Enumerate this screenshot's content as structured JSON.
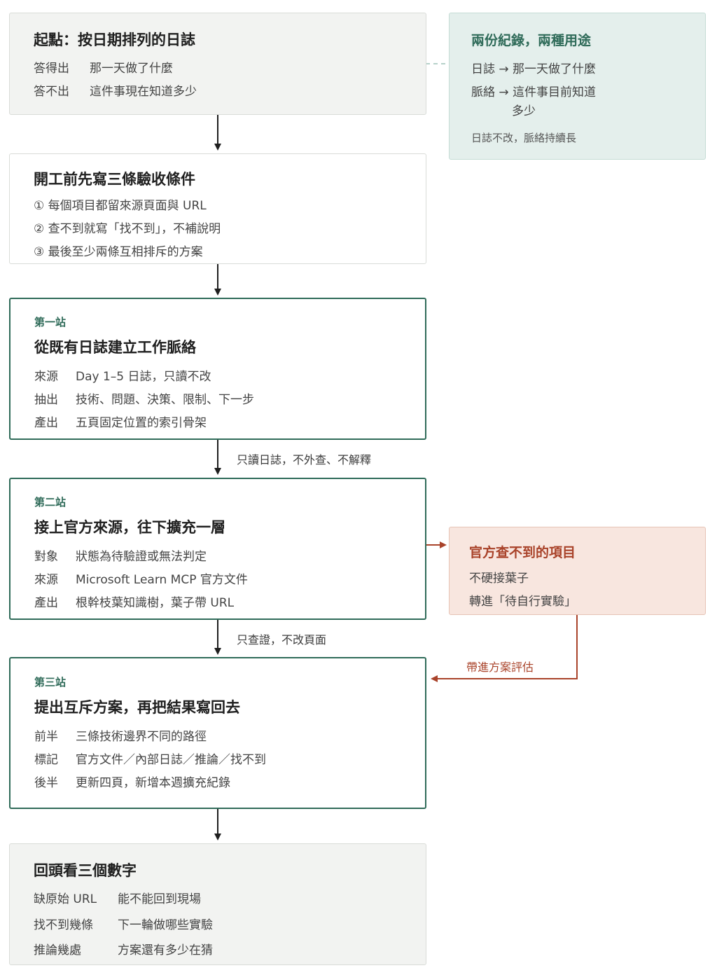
{
  "start": {
    "title": "起點：按日期排列的日誌",
    "rows": [
      {
        "k": "答得出",
        "v": "那一天做了什麼"
      },
      {
        "k": "答不出",
        "v": "這件事現在知道多少"
      }
    ]
  },
  "records": {
    "title": "兩份紀錄，兩種用途",
    "line1": "日誌 → 那一天做了什麼",
    "line2a": "脈絡 → 這件事目前知道",
    "line2b": "多少",
    "note": "日誌不改，脈絡持續長"
  },
  "criteria": {
    "title": "開工前先寫三條驗收條件",
    "items": [
      "① 每個項目都留來源頁面與 URL",
      "② 查不到就寫「找不到」，不補說明",
      "③ 最後至少兩條互相排斥的方案"
    ]
  },
  "stage1": {
    "tag": "第一站",
    "title": "從既有日誌建立工作脈絡",
    "rows": [
      {
        "k": "來源",
        "v": "Day 1–5 日誌，只讀不改"
      },
      {
        "k": "抽出",
        "v": "技術、問題、決策、限制、下一步"
      },
      {
        "k": "產出",
        "v": "五頁固定位置的索引骨架"
      }
    ]
  },
  "conn1": "只讀日誌，不外查、不解釋",
  "stage2": {
    "tag": "第二站",
    "title": "接上官方來源，往下擴充一層",
    "rows": [
      {
        "k": "對象",
        "v": "狀態為待驗證或無法判定"
      },
      {
        "k": "來源",
        "v": "Microsoft Learn MCP 官方文件"
      },
      {
        "k": "產出",
        "v": "根幹枝葉知識樹，葉子帶 URL"
      }
    ]
  },
  "notfound": {
    "title": "官方查不到的項目",
    "line1": "不硬接葉子",
    "line2": "轉進「待自行實驗」"
  },
  "conn2": "只查證，不改頁面",
  "conn3": "帶進方案評估",
  "stage3": {
    "tag": "第三站",
    "title": "提出互斥方案，再把結果寫回去",
    "rows": [
      {
        "k": "前半",
        "v": "三條技術邊界不同的路徑"
      },
      {
        "k": "標記",
        "v": "官方文件／內部日誌／推論／找不到"
      },
      {
        "k": "後半",
        "v": "更新四頁，新增本週擴充紀錄"
      }
    ]
  },
  "review": {
    "title": "回頭看三個數字",
    "rows": [
      {
        "k": "缺原始 URL",
        "v": "能不能回到現場"
      },
      {
        "k": "找不到幾條",
        "v": "下一輪做哪些實驗"
      },
      {
        "k": "推論幾處",
        "v": "方案還有多少在猜"
      }
    ]
  },
  "colors": {
    "green": "#2f6b59",
    "red": "#a9432a",
    "gray_bg": "#f2f3f1",
    "teal_bg": "#e4efec",
    "salmon_bg": "#f8e6df"
  }
}
